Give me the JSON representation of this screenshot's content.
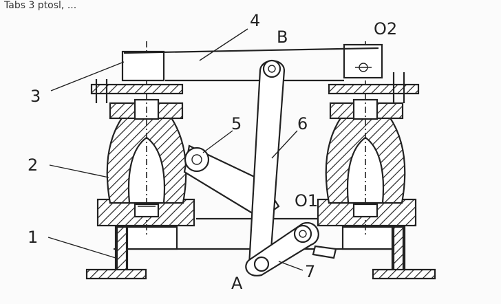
{
  "header_text": "Tabs 3 ptosl, ...",
  "labels": {
    "n1": "1",
    "n2": "2",
    "n3": "3",
    "n4": "4",
    "n5": "5",
    "n6": "6",
    "n7": "7",
    "A": "A",
    "B": "B",
    "O1": "O1",
    "O2": "O2"
  },
  "colors": {
    "ink": "#222222",
    "paper": "#fbfbfb"
  }
}
